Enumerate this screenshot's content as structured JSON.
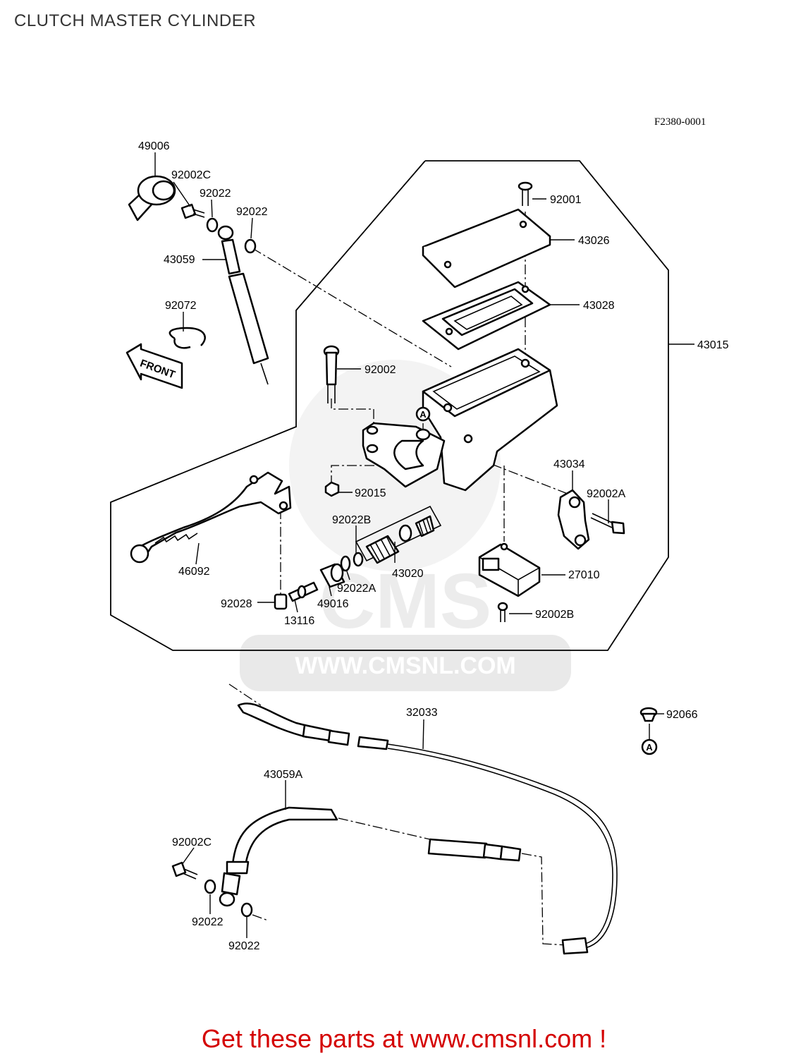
{
  "page": {
    "title": "CLUTCH MASTER CYLINDER",
    "figure_code": "F2380-0001",
    "watermark_text": "WWW.CMSNL.COM",
    "watermark_logo": "CMS",
    "footer_text": "Get these parts at www.cmsnl.com !",
    "colors": {
      "footer": "#d40000",
      "title": "#333333",
      "watermark": "#e9e9e9"
    }
  },
  "direction_marker": {
    "text": "FRONT",
    "icon": "arrow-left-icon"
  },
  "parts": [
    {
      "id": "p-49006",
      "label": "49006"
    },
    {
      "id": "p-92002c-top",
      "label": "92002C"
    },
    {
      "id": "p-92022-top-a",
      "label": "92022"
    },
    {
      "id": "p-92022-top-b",
      "label": "92022"
    },
    {
      "id": "p-43059",
      "label": "43059"
    },
    {
      "id": "p-92072",
      "label": "92072"
    },
    {
      "id": "p-92001",
      "label": "92001"
    },
    {
      "id": "p-43026",
      "label": "43026"
    },
    {
      "id": "p-43028",
      "label": "43028"
    },
    {
      "id": "p-43015",
      "label": "43015"
    },
    {
      "id": "p-92002",
      "label": "92002"
    },
    {
      "id": "p-marker-a-top",
      "label": "A"
    },
    {
      "id": "p-43034",
      "label": "43034"
    },
    {
      "id": "p-92002a",
      "label": "92002A"
    },
    {
      "id": "p-92015",
      "label": "92015"
    },
    {
      "id": "p-92022b",
      "label": "92022B"
    },
    {
      "id": "p-43020",
      "label": "43020"
    },
    {
      "id": "p-27010",
      "label": "27010"
    },
    {
      "id": "p-46092",
      "label": "46092"
    },
    {
      "id": "p-92022a",
      "label": "92022A"
    },
    {
      "id": "p-49016",
      "label": "49016"
    },
    {
      "id": "p-92028",
      "label": "92028"
    },
    {
      "id": "p-13116",
      "label": "13116"
    },
    {
      "id": "p-92002b",
      "label": "92002B"
    },
    {
      "id": "p-32033",
      "label": "32033"
    },
    {
      "id": "p-92066",
      "label": "92066"
    },
    {
      "id": "p-marker-a-bottom",
      "label": "A"
    },
    {
      "id": "p-43059a",
      "label": "43059A"
    },
    {
      "id": "p-92002c-bottom",
      "label": "92002C"
    },
    {
      "id": "p-92022-bottom-a",
      "label": "92022"
    },
    {
      "id": "p-92022-bottom-b",
      "label": "92022"
    }
  ]
}
